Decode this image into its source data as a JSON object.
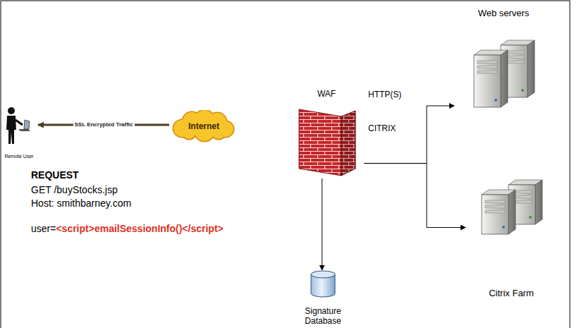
{
  "diagram": {
    "nodes": [
      {
        "text": [
          "Remote User"
        ]
      },
      {
        "text": [
          "Internet"
        ]
      },
      {
        "text": [
          "WAF"
        ]
      },
      {
        "text": [
          "Signature Database"
        ]
      },
      {
        "text": [
          "Web servers"
        ]
      },
      {
        "text": [
          "Citrix Farm"
        ]
      }
    ],
    "edges": [
      {
        "from": 1,
        "to": 0,
        "arrow": "to",
        "label": "SSL Encrypted Traffic"
      },
      {
        "from": 2,
        "to": 4,
        "arrow": "to"
      },
      {
        "from": 2,
        "to": 5,
        "arrow": "to"
      },
      {
        "from": 2,
        "to": 3,
        "arrow": "to"
      }
    ],
    "labels": [
      "REQUEST",
      "GET /buyStocks.jsp",
      "Host: smithbarney.com",
      "user=",
      "<script>emailSessionInfo()</script>",
      "HTTP(S)",
      "CITRIX"
    ]
  }
}
